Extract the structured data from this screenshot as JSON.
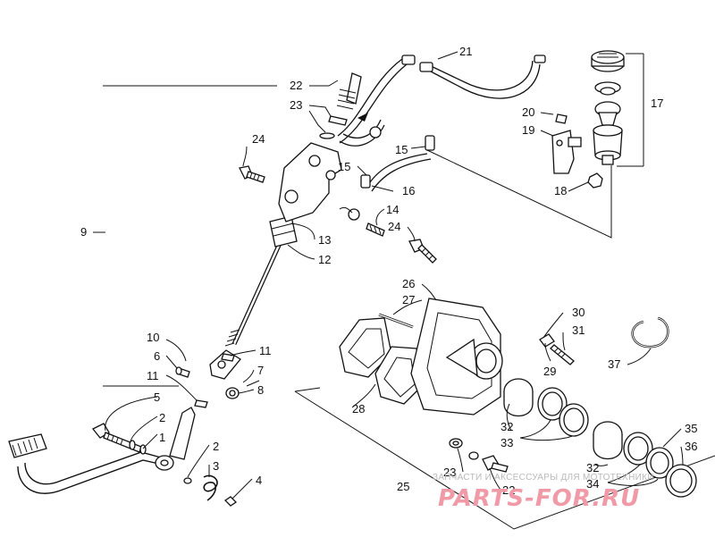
{
  "diagram": {
    "callouts": [
      {
        "id": "c1",
        "text": "1"
      },
      {
        "id": "c2a",
        "text": "2"
      },
      {
        "id": "c2b",
        "text": "2"
      },
      {
        "id": "c3",
        "text": "3"
      },
      {
        "id": "c4",
        "text": "4"
      },
      {
        "id": "c5",
        "text": "5"
      },
      {
        "id": "c6",
        "text": "6"
      },
      {
        "id": "c7",
        "text": "7"
      },
      {
        "id": "c8",
        "text": "8"
      },
      {
        "id": "c9",
        "text": "9"
      },
      {
        "id": "c10",
        "text": "10"
      },
      {
        "id": "c11a",
        "text": "11"
      },
      {
        "id": "c11b",
        "text": "11"
      },
      {
        "id": "c12",
        "text": "12"
      },
      {
        "id": "c13",
        "text": "13"
      },
      {
        "id": "c14",
        "text": "14"
      },
      {
        "id": "c15a",
        "text": "15"
      },
      {
        "id": "c15b",
        "text": "15"
      },
      {
        "id": "c16",
        "text": "16"
      },
      {
        "id": "c17",
        "text": "17"
      },
      {
        "id": "c18",
        "text": "18"
      },
      {
        "id": "c19",
        "text": "19"
      },
      {
        "id": "c20",
        "text": "20"
      },
      {
        "id": "c21",
        "text": "21"
      },
      {
        "id": "c22a",
        "text": "22"
      },
      {
        "id": "c22b",
        "text": "22"
      },
      {
        "id": "c23a",
        "text": "23"
      },
      {
        "id": "c23b",
        "text": "23"
      },
      {
        "id": "c24a",
        "text": "24"
      },
      {
        "id": "c24b",
        "text": "24"
      },
      {
        "id": "c25",
        "text": "25"
      },
      {
        "id": "c26",
        "text": "26"
      },
      {
        "id": "c27",
        "text": "27"
      },
      {
        "id": "c28",
        "text": "28"
      },
      {
        "id": "c29",
        "text": "29"
      },
      {
        "id": "c30",
        "text": "30"
      },
      {
        "id": "c31",
        "text": "31"
      },
      {
        "id": "c32a",
        "text": "32"
      },
      {
        "id": "c32b",
        "text": "32"
      },
      {
        "id": "c33",
        "text": "33"
      },
      {
        "id": "c34",
        "text": "34"
      },
      {
        "id": "c35",
        "text": "35"
      },
      {
        "id": "c36",
        "text": "36"
      },
      {
        "id": "c37",
        "text": "37"
      }
    ]
  },
  "watermark": {
    "tagline": "ЗАПЧАСТИ И АКСЕССУАРЫ ДЛЯ МОТОТЕХНИКИ",
    "logo": "PARTS-FOR.RU",
    "logo_color": "#f19aa7"
  }
}
